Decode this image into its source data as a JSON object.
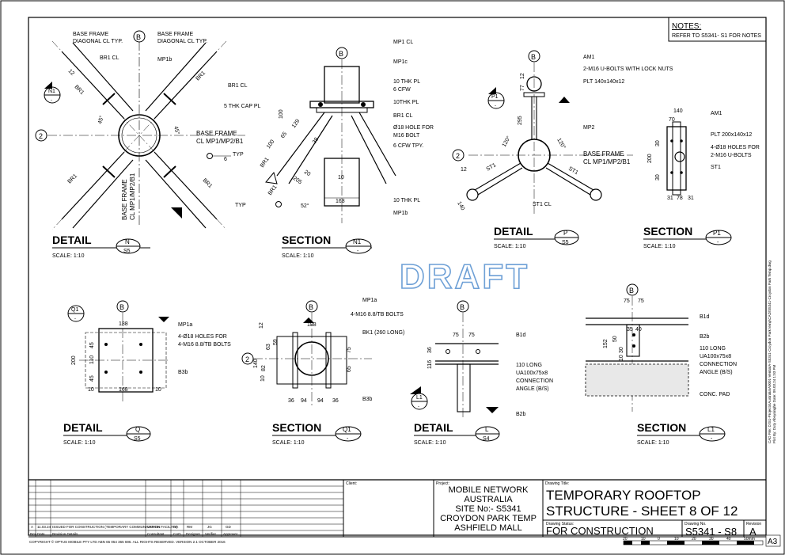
{
  "notes": {
    "title": "NOTES:",
    "text": "REFER TO S5341- S1 FOR NOTES"
  },
  "watermark": "DRAFT",
  "views": {
    "detail_n": {
      "kind": "DETAIL",
      "id": "N",
      "sheet": "S5",
      "scale": "SCALE: 1:10",
      "grid": "2",
      "grid_b": "B",
      "labels": {
        "base_frame_l": "BASE FRAME",
        "diag_l": "DIAGONAL CL TYP.",
        "base_frame_r": "BASE FRAME",
        "diag_r": "DIAGONAL CL TYP.",
        "br1cl_l": "BR1 CL",
        "mp1b": "MP1b",
        "br1cl_r": "BR1 CL",
        "br1_tl": "BR1",
        "br1_tr": "BR1",
        "br1_bl": "BR1",
        "br1_br": "BR1",
        "bf_cl": "BASE FRAME",
        "bf_cl2": "CL MP1/MP2/B1",
        "bf_v1": "BASE FRAME",
        "bf_v2": "CL MP1/MP2/B1",
        "ang_l": "45°",
        "ang_r": "45°",
        "typ": "TYP",
        "weld": "6",
        "dim12": "12"
      }
    },
    "section_n1": {
      "kind": "SECTION",
      "id": "N1",
      "sheet": "-",
      "scale": "SCALE: 1:10",
      "grid_b": "B",
      "labels": {
        "mp1cl": "MP1 CL",
        "mp1c": "MP1c",
        "pl10_1": "10 THK PL",
        "cfw6_1": "6 CFW",
        "pl10_2": "10THK PL",
        "cap": "5 THK CAP PL",
        "br1cl": "BR1 CL",
        "hole1": "Ø18 HOLE FOR",
        "hole2": "M16 BOLT",
        "cfw6": "6 CFW TPY.",
        "pl10_3": "10 THK PL",
        "mp1b": "MP1b",
        "br1_a": "BR1",
        "br1_b": "BR1",
        "typ": "TYP",
        "ang": "52°",
        "d100": "100",
        "d129": "129",
        "d65": "65",
        "d100b": "100",
        "d38": "38",
        "d20": "20",
        "d205": "205",
        "d168": "168",
        "d10": "10"
      }
    },
    "detail_p": {
      "kind": "DETAIL",
      "id": "P",
      "sheet": "S5",
      "scale": "SCALE: 1:10",
      "grid": "2",
      "grid_b": "B",
      "labels": {
        "am1": "AM1",
        "ubolts": "2-M16 U-BOLTS WITH LOCK NUTS",
        "plt": "PLT 140x140x12",
        "mp2": "MP2",
        "bf": "BASE FRAME",
        "bfcl": "CL MP1/MP2/B1",
        "st1_a": "ST1",
        "st1_b": "ST1",
        "st1cl": "ST1 CL",
        "d12": "12",
        "d77": "77",
        "d295": "295",
        "d12b": "12",
        "d140": "140",
        "a120_1": "120°",
        "a120_2": "120°"
      }
    },
    "section_p1": {
      "kind": "SECTION",
      "id": "P1",
      "sheet": "-",
      "scale": "SCALE: 1:10",
      "labels": {
        "am1": "AM1",
        "plt": "PLT 200x140x12",
        "holes1": "4-Ø18 HOLES FOR",
        "holes2": "2-M16 U-BOLTS",
        "st1": "ST1",
        "d140": "140",
        "d70": "70",
        "d200": "200",
        "d30a": "30",
        "d30b": "30",
        "d31a": "31",
        "d78": "78",
        "d31b": "31"
      }
    },
    "detail_q": {
      "kind": "DETAIL",
      "id": "Q",
      "sheet": "S5",
      "scale": "SCALE: 1:10",
      "grid_b": "B",
      "labels": {
        "mp1a": "MP1a",
        "holes1": "4-Ø18 HOLES FOR",
        "holes2": "4-M16 8.8/TB BOLTS",
        "b3b": "B3b",
        "d188": "188",
        "d200": "200",
        "d45": "45",
        "d110": "110",
        "d45b": "45",
        "d10": "10",
        "d168": "168",
        "d10b": "10"
      }
    },
    "section_q1": {
      "kind": "SECTION",
      "id": "Q1",
      "sheet": "-",
      "scale": "SCALE: 1:10",
      "grid": "2",
      "grid_b": "B",
      "labels": {
        "mp1a": "MP1a",
        "bolts": "4-M16 8.8/TB BOLTS",
        "bk1": "BK1 (260 LONG)",
        "b3b": "B3b",
        "d12": "12",
        "d188": "188",
        "d63": "63",
        "d59": "59",
        "d140": "140",
        "d82": "82",
        "d10": "10",
        "d36a": "36",
        "d94a": "94",
        "d94b": "94",
        "d36b": "36",
        "d75a": "75",
        "d65": "65"
      }
    },
    "detail_l": {
      "kind": "DETAIL",
      "id": "L",
      "sheet": "S4",
      "scale": "SCALE: 1:10",
      "grid_b": "B",
      "labels": {
        "b1d": "B1d",
        "ang1": "110 LONG",
        "ang2": "UA100x75x8",
        "ang3": "CONNECTION",
        "ang4": "ANGLE (B/S)",
        "b2b": "B2b",
        "d75a": "75",
        "d75b": "75",
        "d36": "36",
        "d116": "116"
      }
    },
    "section_l1": {
      "kind": "SECTION",
      "id": "L1",
      "sheet": "-",
      "scale": "SCALE: 1:10",
      "grid_b": "B",
      "labels": {
        "b1d": "B1d",
        "b2b": "B2b",
        "ang1": "110 LONG",
        "ang2": "UA100x75x8",
        "ang3": "CONNECTION",
        "ang4": "ANGLE (B/S)",
        "pad": "CONC. PAD",
        "d75a": "75",
        "d75b": "75",
        "d35": "35",
        "d40": "40",
        "d152": "152",
        "d50": "50",
        "d30": "30",
        "d10": "10"
      }
    }
  },
  "title_block": {
    "revision_row": {
      "rev": "A",
      "date": "11.03.24",
      "details": "ISSUED FOR CONSTRUCTION (TEMPORARY COMMUNICATION FACILITY)",
      "consultant": "VENTIA",
      "cad": "DA",
      "designer": "RM",
      "verifier": "JG",
      "approver": "GD"
    },
    "revision_headers": {
      "rev": "Rev",
      "date": "Date",
      "details": "Revision Details",
      "consultant": "Consultant",
      "cad": "CAD",
      "designer": "Designer",
      "verifier": "Verifier",
      "approver": "Approver"
    },
    "client_label": "Client:",
    "project_label": "Project:",
    "project_lines": [
      "MOBILE NETWORK",
      "AUSTRALIA",
      "SITE No:- S5341",
      "CROYDON PARK TEMP",
      "ASHFIELD MALL"
    ],
    "drawing_title_label": "Drawing Title:",
    "drawing_title_lines": [
      "TEMPORARY ROOFTOP",
      "STRUCTURE - SHEET 8 OF 12"
    ],
    "status_label": "Drawing Status:",
    "status": "FOR CONSTRUCTION",
    "drawing_no_label": "Drawing No.",
    "drawing_no": "S5341 - S8",
    "revision_label": "Revision",
    "revision": "A",
    "sheet_size": "A3",
    "scale_ticks": [
      "20",
      "10",
      "0",
      "10",
      "20",
      "30",
      "40",
      "50mm"
    ],
    "copyright": "COPYRIGHT © OPTUS MOBILE PTY LTD ABN 65 054 365 696. ALL RIGHTS RESERVED. VERSION 2.1 OCTOBER 2016",
    "cad_file_1": "CAD File: D:\\51-Projects\\Australia\\A0001-Ventia\\A-S5341-Croydon Park temp\\CAD\\S5341-Croydon Park Temp.dwg",
    "cad_file_2": "Plot By: Duty Abeysinghe   Date: 09.03.24 1:03 PM"
  }
}
